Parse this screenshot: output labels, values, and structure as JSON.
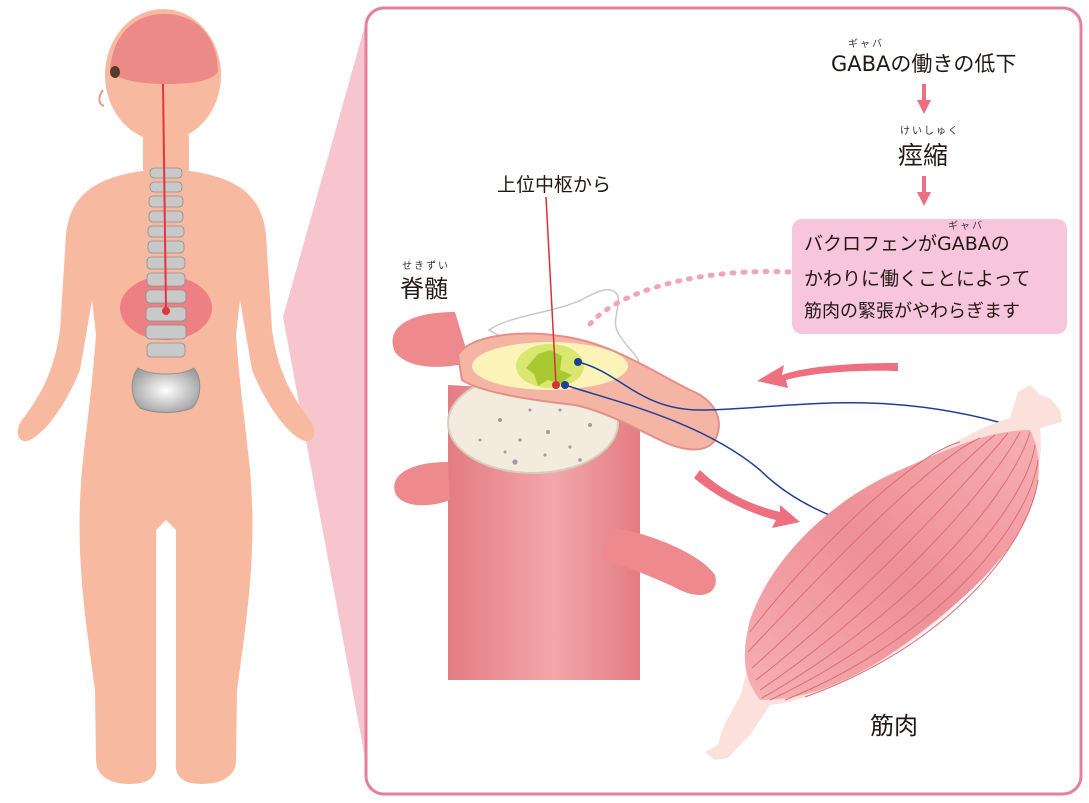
{
  "colors": {
    "frame": "#e67f99",
    "skin": "#f8b8a0",
    "spinal_cord": "#e8737a",
    "arrow": "#ee6f80",
    "nerve": "#1d3f9a",
    "callout_bg": "#f8c6dc",
    "muscle": "#f09aa0"
  },
  "labels": {
    "gaba_decline": "GABAの働きの低下",
    "gaba_ruby": "ギャバ",
    "spasm": "痙縮",
    "spasm_ruby": "けいしゅく",
    "upper_center": "上位中枢から",
    "spinal_cord": "脊髄",
    "spinal_cord_ruby": "せきずい",
    "muscle": "筋肉"
  },
  "callout": {
    "line1": "バクロフェンがGABAの",
    "line1_ruby": "ギャバ",
    "line2": "かわりに働くことによって",
    "line3": "筋肉の緊張がやわらぎます"
  },
  "icons": {
    "body": "human-body-back-icon",
    "cord": "spinal-cord-cross-section-icon",
    "muscle": "muscle-fiber-icon",
    "arrow": "down-arrow-icon"
  }
}
